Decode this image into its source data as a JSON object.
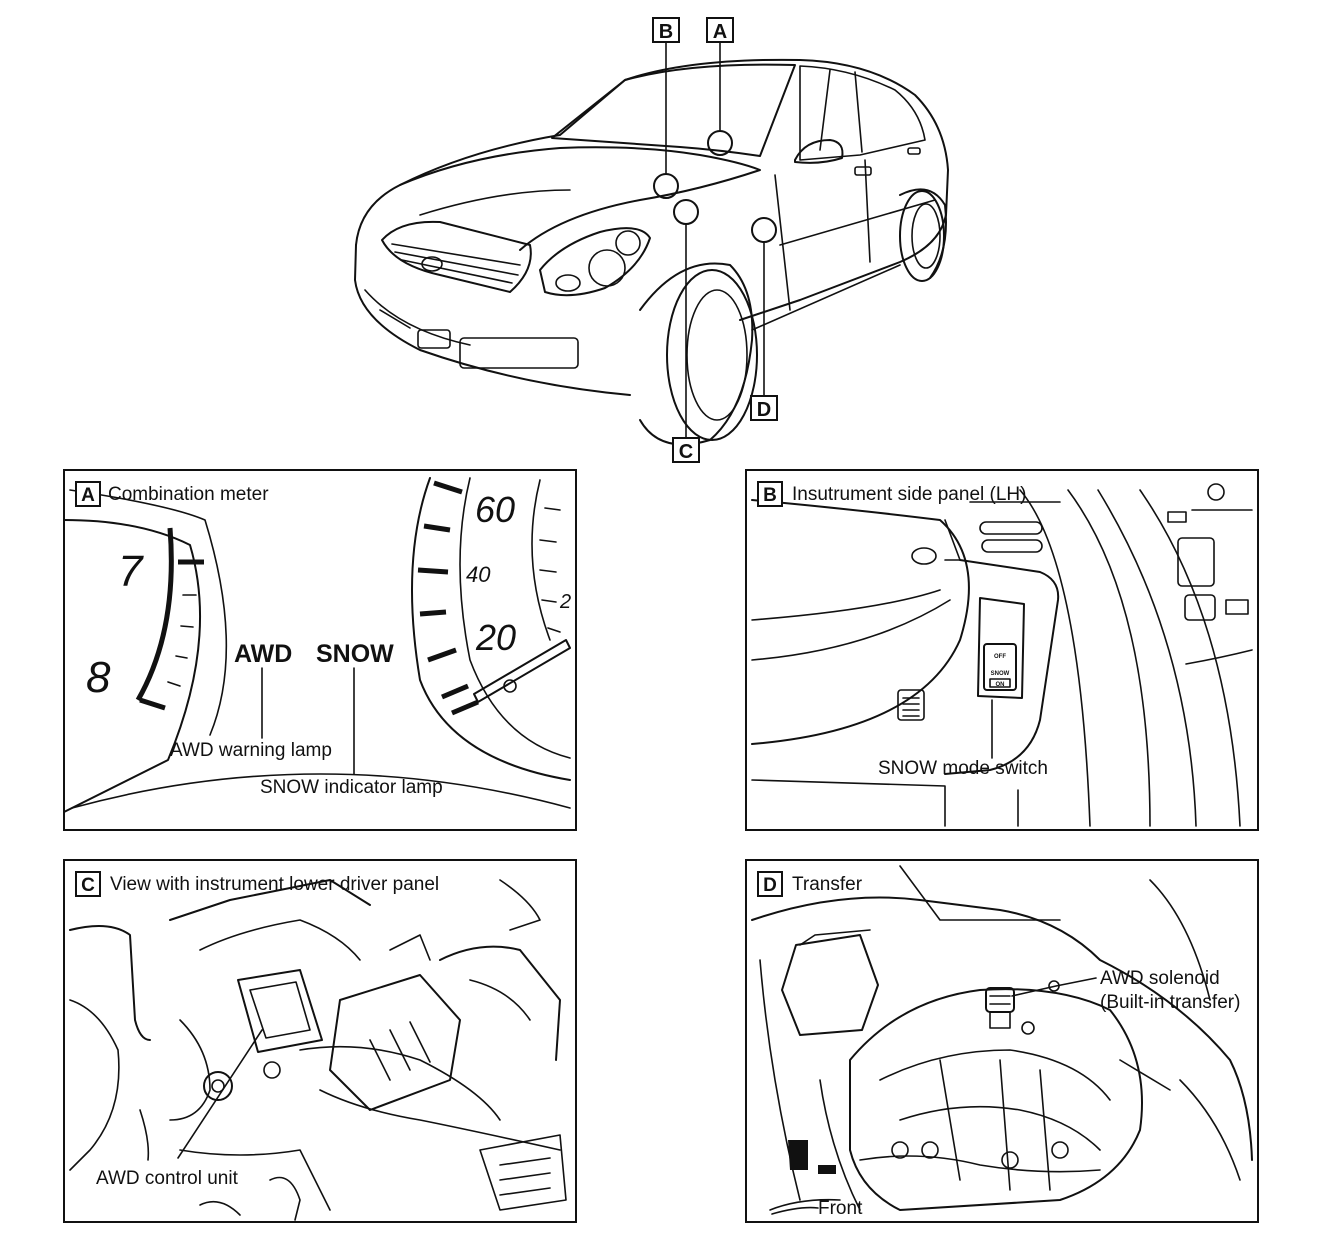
{
  "callouts": {
    "a": "A",
    "b": "B",
    "c": "C",
    "d": "D"
  },
  "panel_a": {
    "tag": "A",
    "title": "Combination meter",
    "tach_7": "7",
    "tach_8": "8",
    "speed_60": "60",
    "speed_40": "40",
    "speed_20": "20",
    "speed_2": "2",
    "lamp_awd": "AWD",
    "lamp_snow": "SNOW",
    "awd_label": "AWD warning lamp",
    "snow_label": "SNOW indicator lamp"
  },
  "panel_b": {
    "tag": "B",
    "title": "Insutrument side panel (LH)",
    "switch_off": "OFF",
    "switch_snow": "SNOW",
    "switch_on": "ON",
    "switch_label": "SNOW mode switch"
  },
  "panel_c": {
    "tag": "C",
    "title": "View with instrument lower driver panel",
    "unit_label": "AWD control unit"
  },
  "panel_d": {
    "tag": "D",
    "title": "Transfer",
    "solenoid_label_1": "AWD solenoid",
    "solenoid_label_2": "(Built-in transfer)",
    "front_label": "Front"
  }
}
